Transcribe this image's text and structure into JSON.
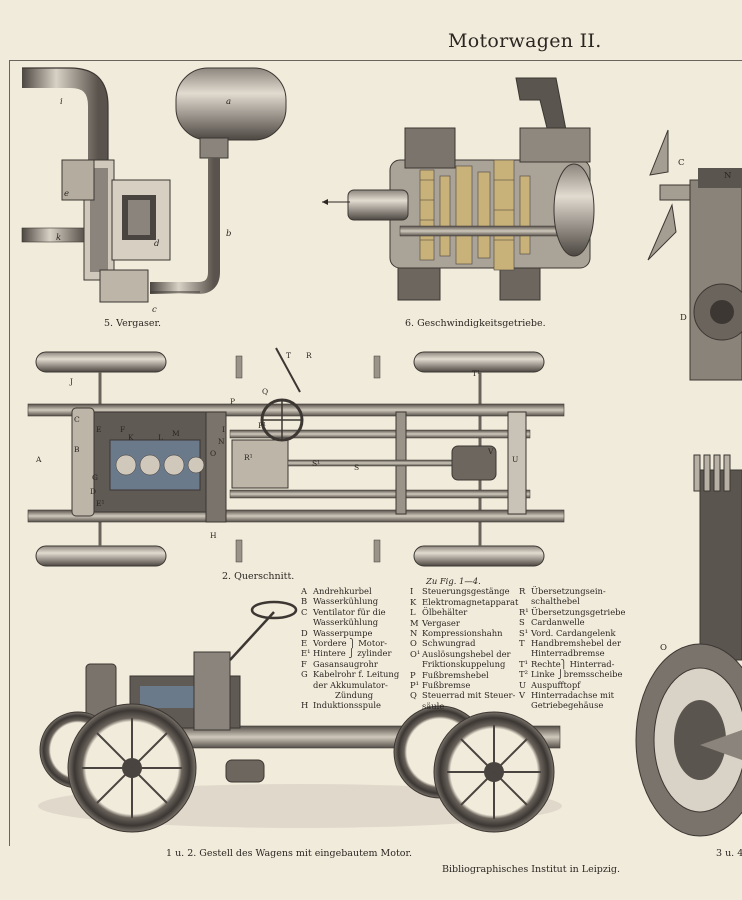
{
  "title": "Motorwagen II.",
  "captions": {
    "fig5": "5. Vergaser.",
    "fig6": "6. Geschwindigkeitsgetriebe.",
    "fig2": "2. Querschnitt.",
    "fig1": "1 u. 2. Gestell des Wagens mit eingebautem Motor.",
    "fig3_partial": "3 u. 4"
  },
  "publisher": "Bibliographisches Institut in Leipzig.",
  "legend": {
    "heading": "Zu Fig. 1—4.",
    "col1": [
      {
        "key": "A",
        "text": "Andrehkurbel"
      },
      {
        "key": "B",
        "text": "Wasserkühlung"
      },
      {
        "key": "C",
        "text": "Ventilator für die",
        "cont": "Wasserkühlung"
      },
      {
        "key": "D",
        "text": "Wasserpumpe"
      },
      {
        "key": "E",
        "text": "Vordere ⎫ Motor-"
      },
      {
        "key": "E¹",
        "text": "Hintere ⎭ zylinder"
      },
      {
        "key": "F",
        "text": "Gasansaugrohr"
      },
      {
        "key": "G",
        "text": "Kabelrohr f. Leitung",
        "cont": "der Akkumulator-",
        "cont2": "Zündung"
      },
      {
        "key": "H",
        "text": "Induktionsspule"
      }
    ],
    "col2": [
      {
        "key": "I",
        "text": "Steuerungsgestänge"
      },
      {
        "key": "K",
        "text": "Elektromagnetapparat"
      },
      {
        "key": "L",
        "text": "Ölbehälter"
      },
      {
        "key": "M",
        "text": "Vergaser"
      },
      {
        "key": "N",
        "text": "Kompressionshahn"
      },
      {
        "key": "O",
        "text": "Schwungrad"
      },
      {
        "key": "O¹",
        "text": "Auslösungshebel der",
        "cont": "Friktionskuppelung"
      },
      {
        "key": "P",
        "text": "Fußbremshebel"
      },
      {
        "key": "P¹",
        "text": "Fußbremse"
      },
      {
        "key": "Q",
        "text": "Steuerrad mit Steuer-",
        "cont": "säule"
      }
    ],
    "col3": [
      {
        "key": "R",
        "text": "Übersetzungsein-",
        "cont": "schalthebel"
      },
      {
        "key": "R¹",
        "text": "Übersetzungsgetriebe"
      },
      {
        "key": "S",
        "text": "Cardanwelle"
      },
      {
        "key": "S¹",
        "text": "Vord. Cardangelenk"
      },
      {
        "key": "T",
        "text": "Handbremshebel der",
        "cont": "Hinterradbremse"
      },
      {
        "key": "T¹",
        "text": "Rechte⎫ Hinterrad-"
      },
      {
        "key": "T²",
        "text": "Linke ⎭bremsscheibe"
      },
      {
        "key": "U",
        "text": "Auspufftopf"
      },
      {
        "key": "V",
        "text": "Hinterradachse mit",
        "cont": "Getriebegehäuse"
      }
    ]
  },
  "labels": {
    "fig5": [
      "a",
      "b",
      "c",
      "d",
      "e",
      "k",
      "i"
    ],
    "fig2": [
      "A",
      "B",
      "C",
      "D",
      "E",
      "E¹",
      "F",
      "G",
      "H",
      "I",
      "J",
      "K",
      "L",
      "M",
      "N",
      "O",
      "P",
      "P¹",
      "Q",
      "R",
      "R¹",
      "S",
      "S¹",
      "T",
      "T¹",
      "U",
      "V"
    ],
    "fig3": [
      "C",
      "N",
      "D",
      "O"
    ]
  },
  "colors": {
    "paper": "#f1ebdb",
    "ink": "#2b2622",
    "metal_dark": "#4a4440",
    "metal_mid": "#8b847c",
    "metal_light": "#c9c2b6",
    "brass": "#b59a5c",
    "engine_blue": "#6b7a8a"
  }
}
